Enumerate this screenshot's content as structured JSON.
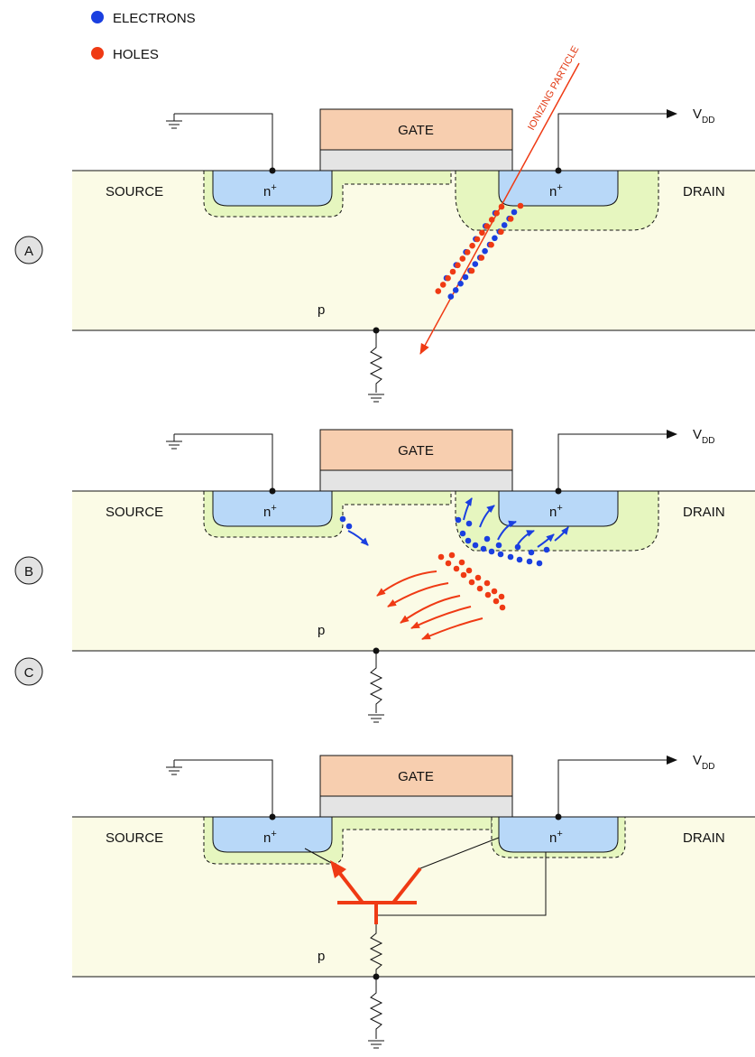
{
  "legend": {
    "electrons": "ELECTRONS",
    "holes": "HOLES",
    "electron_color": "#1a3fe0",
    "hole_color": "#ef3a14"
  },
  "labels": {
    "gate": "GATE",
    "source": "SOURCE",
    "drain": "DRAIN",
    "substrate": "p",
    "n_plus_base": "n",
    "n_plus_sup": "+",
    "vdd_base": "V",
    "vdd_sub": "DD",
    "ionizing_particle": "IONIZING PARTICLE"
  },
  "panels": [
    {
      "id": "A",
      "label": "A"
    },
    {
      "id": "B",
      "label": "B"
    },
    {
      "id": "C",
      "label": "C"
    }
  ],
  "colors": {
    "substrate": "#fbfbe6",
    "depletion": "#e6f6bf",
    "n_well": "#b8d8f8",
    "gate": "#f7ceaf",
    "oxide": "#e4e4e4",
    "arrow_red": "#ef3a14",
    "arrow_blue": "#1a3fe0"
  }
}
